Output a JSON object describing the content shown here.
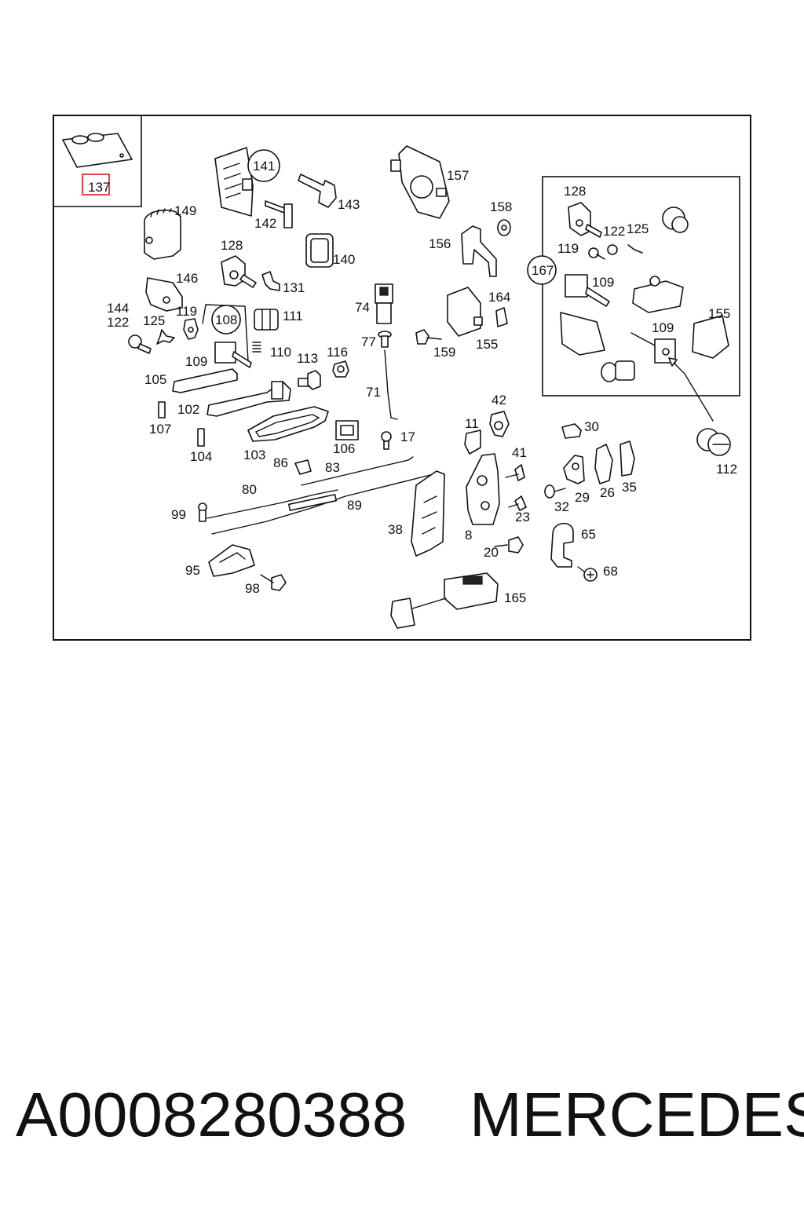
{
  "diagram": {
    "callouts": [
      {
        "id": "137",
        "highlighted": true
      },
      {
        "id": "141",
        "circled": true
      },
      {
        "id": "143"
      },
      {
        "id": "142"
      },
      {
        "id": "157"
      },
      {
        "id": "158"
      },
      {
        "id": "156"
      },
      {
        "id": "149"
      },
      {
        "id": "128"
      },
      {
        "id": "140"
      },
      {
        "id": "146"
      },
      {
        "id": "131"
      },
      {
        "id": "144"
      },
      {
        "id": "122"
      },
      {
        "id": "125"
      },
      {
        "id": "119"
      },
      {
        "id": "108",
        "circled": true
      },
      {
        "id": "111"
      },
      {
        "id": "110"
      },
      {
        "id": "109"
      },
      {
        "id": "113"
      },
      {
        "id": "116"
      },
      {
        "id": "74"
      },
      {
        "id": "77"
      },
      {
        "id": "71"
      },
      {
        "id": "164"
      },
      {
        "id": "155"
      },
      {
        "id": "159"
      },
      {
        "id": "105"
      },
      {
        "id": "102"
      },
      {
        "id": "107"
      },
      {
        "id": "104"
      },
      {
        "id": "103"
      },
      {
        "id": "106"
      },
      {
        "id": "17"
      },
      {
        "id": "42"
      },
      {
        "id": "11"
      },
      {
        "id": "41"
      },
      {
        "id": "86"
      },
      {
        "id": "83"
      },
      {
        "id": "80"
      },
      {
        "id": "89"
      },
      {
        "id": "99"
      },
      {
        "id": "38"
      },
      {
        "id": "8"
      },
      {
        "id": "23"
      },
      {
        "id": "20"
      },
      {
        "id": "30"
      },
      {
        "id": "29"
      },
      {
        "id": "26"
      },
      {
        "id": "35"
      },
      {
        "id": "32"
      },
      {
        "id": "65"
      },
      {
        "id": "68"
      },
      {
        "id": "95"
      },
      {
        "id": "98"
      },
      {
        "id": "165"
      },
      {
        "id": "167",
        "circled": true
      },
      {
        "id": "112"
      }
    ],
    "highlight_color": "#e0484f",
    "line_color": "#111111"
  },
  "footer": {
    "part_number": "A0008280388",
    "brand": "MERCEDES"
  }
}
